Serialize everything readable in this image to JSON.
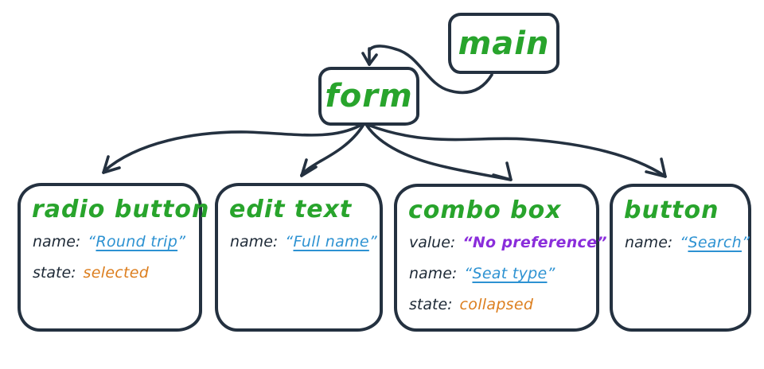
{
  "diagram": {
    "type": "tree",
    "edges": [
      {
        "from": "main",
        "to": "form"
      },
      {
        "from": "form",
        "to": "radio_button"
      },
      {
        "from": "form",
        "to": "edit_text"
      },
      {
        "from": "form",
        "to": "combo_box"
      },
      {
        "from": "form",
        "to": "button"
      }
    ]
  },
  "punctuation": {
    "open_quote": "“",
    "close_quote": "”"
  },
  "colors": {
    "line": "#243140",
    "node_title": "#28a42c",
    "link_value": "#2d92d2",
    "value_text": "#8a2ddb",
    "state_text": "#dc7e1e",
    "label_text": "#1d2936",
    "background": "#ffffff"
  },
  "nodes": {
    "main": {
      "title": "main"
    },
    "form": {
      "title": "form"
    },
    "radio_button": {
      "title": "radio button",
      "name_label": "name:",
      "name_value": "Round trip",
      "state_label": "state:",
      "state_value": "selected"
    },
    "edit_text": {
      "title": "edit text",
      "name_label": "name:",
      "name_value": "Full name"
    },
    "combo_box": {
      "title": "combo box",
      "value_label": "value:",
      "value_value": "No preference",
      "name_label": "name:",
      "name_value": "Seat type",
      "state_label": "state:",
      "state_value": "collapsed"
    },
    "button": {
      "title": "button",
      "name_label": "name:",
      "name_value": "Search"
    }
  }
}
